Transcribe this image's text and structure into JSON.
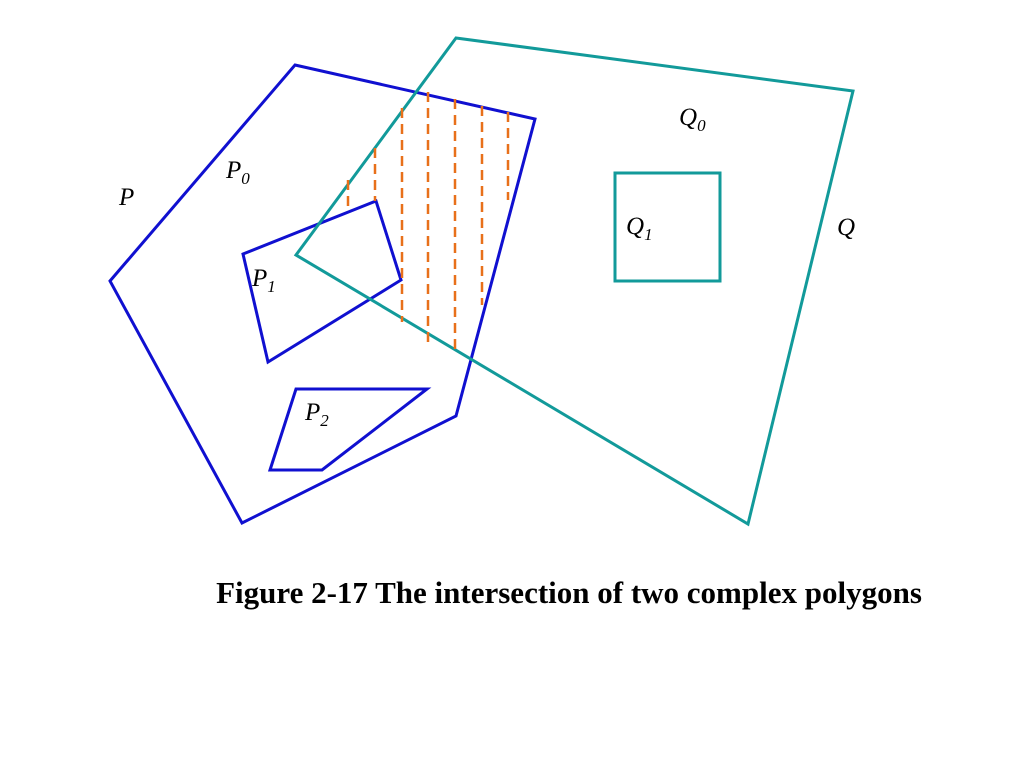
{
  "colors": {
    "polygon_p": "#1010d0",
    "polygon_q": "#129a9a",
    "hatch": "#e8701a"
  },
  "labels": {
    "p": "P",
    "p0": "P",
    "p0_sub": "0",
    "p1": "P",
    "p1_sub": "1",
    "p2": "P",
    "p2_sub": "2",
    "q": "Q",
    "q0": "Q",
    "q0_sub": "0",
    "q1": "Q",
    "q1_sub": "1"
  },
  "caption": "Figure 2-17 The intersection of two complex polygons"
}
